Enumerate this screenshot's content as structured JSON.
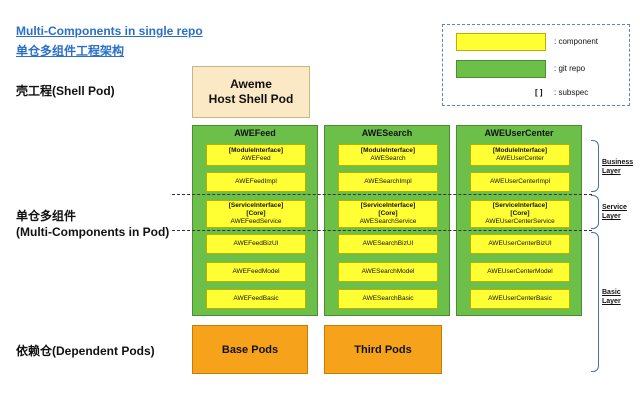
{
  "title": {
    "line1": "Multi-Components in single repo",
    "line2": "单仓多组件工程架构"
  },
  "left_labels": {
    "shell": "壳工程(Shell Pod)",
    "multi_line1": "单仓多组件",
    "multi_line2": "(Multi-Components in Pod)",
    "dependent": "依赖仓(Dependent Pods)"
  },
  "shell_pod": {
    "line1": "Aweme",
    "line2": "Host Shell Pod"
  },
  "columns": [
    {
      "title": "AWEFeed",
      "components": [
        {
          "line1": "[ModuleInterface]",
          "line2": "AWEFeed"
        },
        {
          "line1": "",
          "line2": "AWEFeedImpl"
        },
        {
          "line1": "[ServiceInterface]",
          "line2": "[Core]",
          "line3": "AWEFeedService"
        },
        {
          "line1": "",
          "line2": "AWEFeedBizUI"
        },
        {
          "line1": "",
          "line2": "AWEFeedModel"
        },
        {
          "line1": "",
          "line2": "AWEFeedBasic"
        }
      ]
    },
    {
      "title": "AWESearch",
      "components": [
        {
          "line1": "[ModuleInterface]",
          "line2": "AWESearch"
        },
        {
          "line1": "",
          "line2": "AWESearchImpl"
        },
        {
          "line1": "[ServiceInterface]",
          "line2": "[Core]",
          "line3": "AWESearchService"
        },
        {
          "line1": "",
          "line2": "AWESearchBizUI"
        },
        {
          "line1": "",
          "line2": "AWESearchModel"
        },
        {
          "line1": "",
          "line2": "AWESearchBasic"
        }
      ]
    },
    {
      "title": "AWEUserCenter",
      "components": [
        {
          "line1": "[ModuleInterface]",
          "line2": "AWEUserCenter"
        },
        {
          "line1": "",
          "line2": "AWEUserCenterImpl"
        },
        {
          "line1": "[ServiceInterface]",
          "line2": "[Core]",
          "line3": "AWEUserCenterService"
        },
        {
          "line1": "",
          "line2": "AWEUserCenterBizUI"
        },
        {
          "line1": "",
          "line2": "AWEUserCenterModel"
        },
        {
          "line1": "",
          "line2": "AWEUserCenterBasic"
        }
      ]
    }
  ],
  "dependent_pods": {
    "base": "Base Pods",
    "third": "Third Pods"
  },
  "legend": {
    "component": ": component",
    "git_repo": ": git repo",
    "subspec_symbol": "[ ]",
    "subspec": ": subspec"
  },
  "layers": {
    "business_line1": "Business",
    "business_line2": "Layer",
    "service_line1": "Service",
    "service_line2": "Layer",
    "basic_line1": "Basic",
    "basic_line2": "Layer"
  },
  "colors": {
    "component": "#ffff33",
    "git_repo": "#6cc04a",
    "shell": "#fbe9c6",
    "dependent": "#f7a21b",
    "title_link": "#2a6fc9"
  }
}
